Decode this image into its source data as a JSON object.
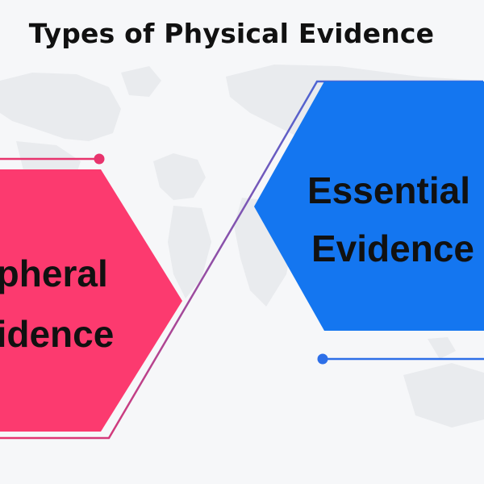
{
  "title": "Types of Physical Evidence",
  "left_hexagon": {
    "line1": "ripheral",
    "line2": "vidence",
    "fill_color": "#fc3a6f"
  },
  "right_hexagon": {
    "line1": "Essential",
    "line2": "Evidence",
    "fill_color": "#1476f0"
  },
  "colors": {
    "connector_gradient_start": "#e8336d",
    "connector_gradient_end": "#2d6fe8",
    "background": "#f6f7f9",
    "map": "#e9ebee"
  }
}
